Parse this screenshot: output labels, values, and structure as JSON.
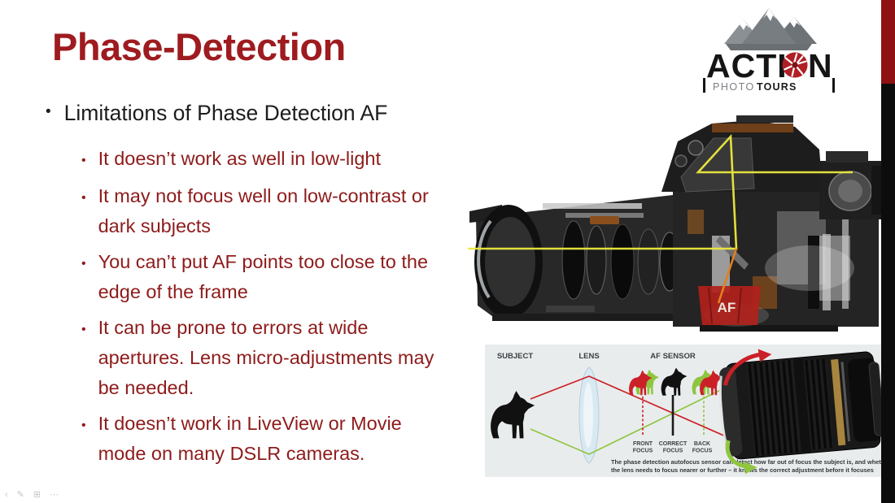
{
  "slide": {
    "title": "Phase-Detection",
    "heading_bullet": "Limitations of Phase Detection AF",
    "sub_bullets": [
      "It doesn’t work as well in low-light",
      "It may not focus well on low-contrast or dark subjects",
      "You can’t put AF points too close to the edge of the frame",
      "It can be prone to errors at wide apertures.  Lens micro-adjustments may be needed.",
      "It doesn’t work in LiveView or Movie mode on many DSLR cameras."
    ]
  },
  "logo": {
    "name_left": "ACTI",
    "name_right": "N",
    "aperture_icon": "aperture-icon",
    "mountains_icon": "mountains-icon",
    "subtitle_photo": "PHOTO",
    "subtitle_tours": "TOURS"
  },
  "camera_figure": {
    "af_label": "AF",
    "light_path_icon": "yellow-light-path-lines",
    "af_path_icon": "orange-af-path-line"
  },
  "diagram": {
    "labels": {
      "subject": "SUBJECT",
      "lens": "LENS",
      "af_sensor": "AF SENSOR"
    },
    "focus_labels": [
      {
        "line1": "FRONT",
        "line2": "FOCUS"
      },
      {
        "line1": "CORRECT",
        "line2": "FOCUS"
      },
      {
        "line1": "BACK",
        "line2": "FOCUS"
      }
    ],
    "caption_line1": "The phase detection autofocus sensor can detect how far out of focus the subject is, and whether",
    "caption_line2": "the lens needs to focus nearer or further – it knows the correct adjustment before it focuses"
  },
  "colors": {
    "title_red": "#9e1b1f",
    "body_maroon": "#8e1b1b",
    "edge_bar_red": "#8e1013",
    "edge_bar_black": "#0c0c0c",
    "light_path_yellow": "#ece93f",
    "af_path_orange": "#e2801d",
    "af_module_red": "#b0211c",
    "ray_red": "#cb2027",
    "ray_green": "#8ec63f",
    "diagram_bg": "#e9eced",
    "logo_red": "#b01f24"
  },
  "slideshow_controls": {
    "prev": "‹",
    "pen": "✎",
    "all_slides": "⊞",
    "more": "⋯"
  }
}
